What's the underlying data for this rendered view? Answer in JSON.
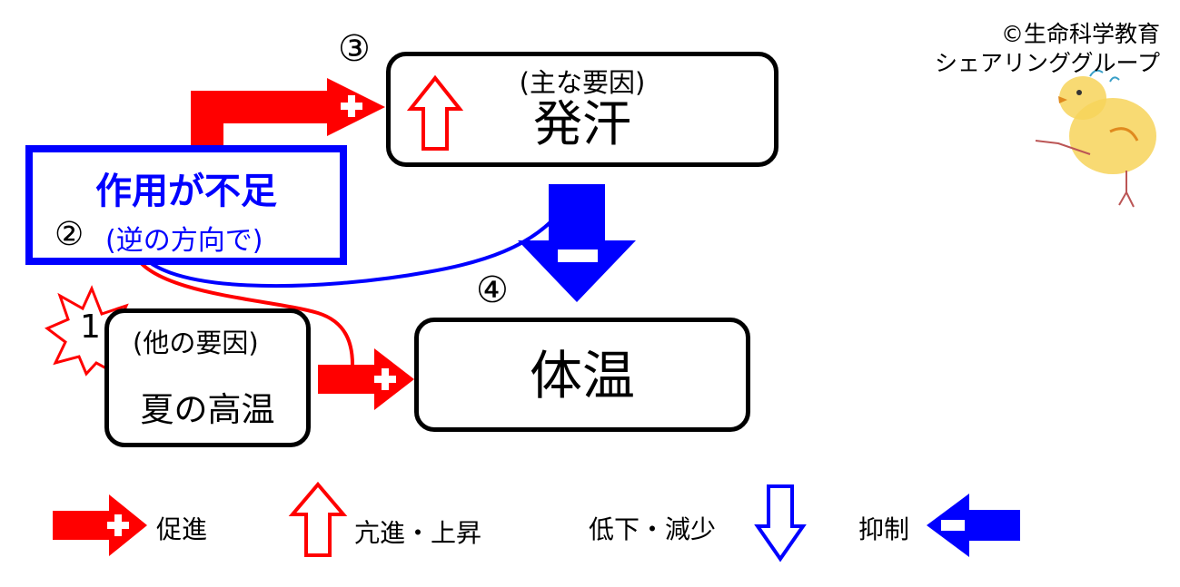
{
  "credit": {
    "line1": "©生命科学教育",
    "line2": "シェアリンググループ"
  },
  "nodes": {
    "sweat": {
      "number": "③",
      "subtitle": "(主な要因)",
      "title": "発汗"
    },
    "insufficient": {
      "title": "作用が不足",
      "number": "②",
      "subtitle": "(逆の方向で)"
    },
    "heat": {
      "number": "1",
      "subtitle": "(他の要因)",
      "title": "夏の高温"
    },
    "temperature": {
      "number": "④",
      "title": "体温"
    }
  },
  "legend": {
    "promote": "促進",
    "increase": "亢進・上昇",
    "decrease": "低下・減少",
    "suppress": "抑制"
  },
  "colors": {
    "red": "#ff0000",
    "blue": "#0000ff",
    "black": "#000000"
  },
  "icons": [
    "chick-illustration",
    "starburst-icon",
    "up-arrow-icon",
    "down-arrow-icon",
    "promote-arrow-icon",
    "suppress-arrow-icon"
  ]
}
